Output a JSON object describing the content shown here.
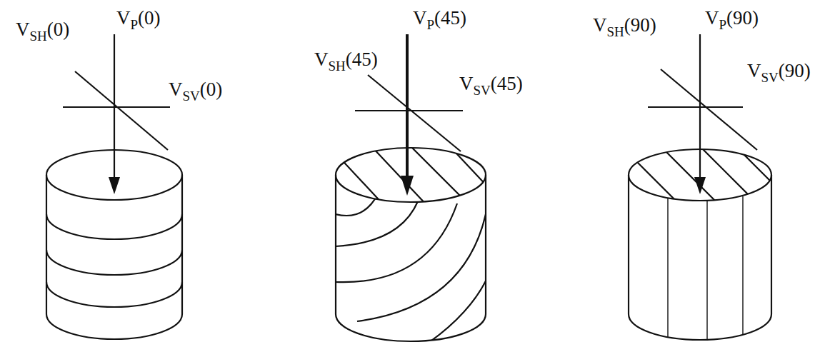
{
  "diagram": {
    "labels": [
      "V",
      "SH",
      "(0)",
      "V",
      "P",
      "(0)",
      "V",
      "SV",
      "(0)",
      "V",
      "SH",
      "(45)",
      "V",
      "P",
      "(45)",
      "V",
      "SV",
      "(45)",
      "V",
      "SH",
      "(90)",
      "V",
      "P",
      "(90)",
      "V",
      "SV",
      "(90)"
    ]
  }
}
